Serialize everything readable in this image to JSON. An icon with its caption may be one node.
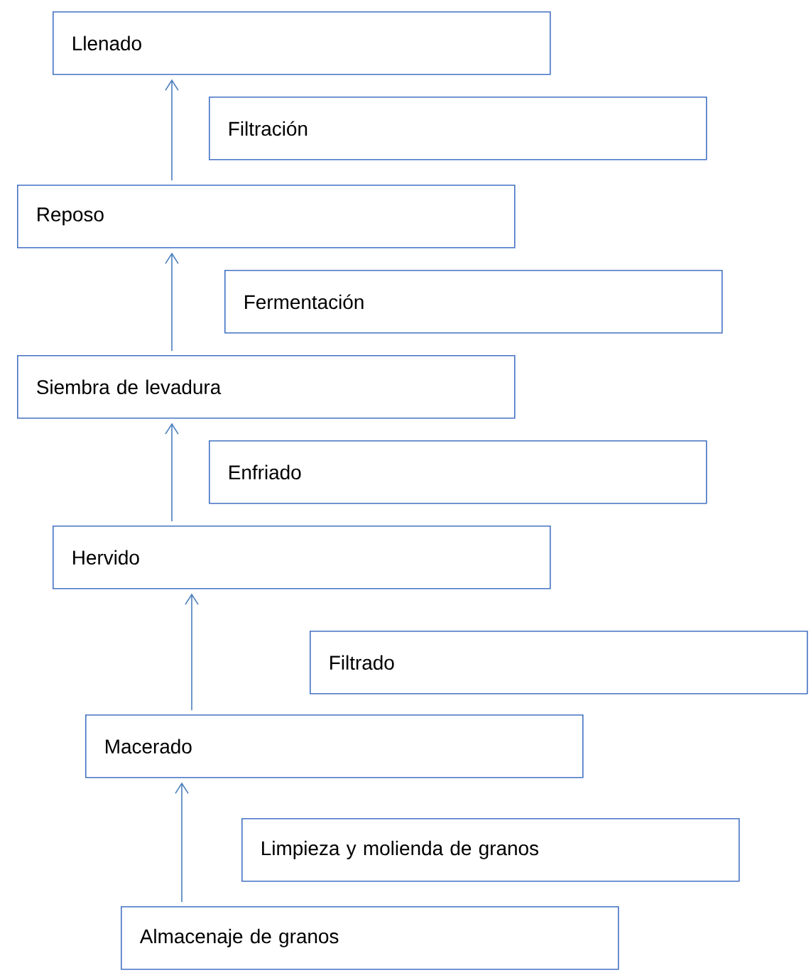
{
  "diagram": {
    "nodes": [
      {
        "text": [
          "Llenado"
        ]
      },
      {
        "text": [
          "Filtración"
        ]
      },
      {
        "text": [
          "Reposo"
        ]
      },
      {
        "text": [
          "Fermentación"
        ]
      },
      {
        "text": [
          "Siembra de levadura"
        ]
      },
      {
        "text": [
          "Enfriado"
        ]
      },
      {
        "text": [
          "Hervido"
        ]
      },
      {
        "text": [
          "Filtrado"
        ]
      },
      {
        "text": [
          "Macerado"
        ]
      },
      {
        "text": [
          "Limpieza y molienda de granos"
        ]
      },
      {
        "text": [
          "Almacenaje de granos"
        ]
      }
    ],
    "edges": [
      {
        "from": 10,
        "to": 8,
        "arrow": "to"
      },
      {
        "from": 8,
        "to": 6,
        "arrow": "to"
      },
      {
        "from": 6,
        "to": 4,
        "arrow": "to"
      },
      {
        "from": 4,
        "to": 2,
        "arrow": "to"
      },
      {
        "from": 2,
        "to": 0,
        "arrow": "to"
      }
    ]
  }
}
